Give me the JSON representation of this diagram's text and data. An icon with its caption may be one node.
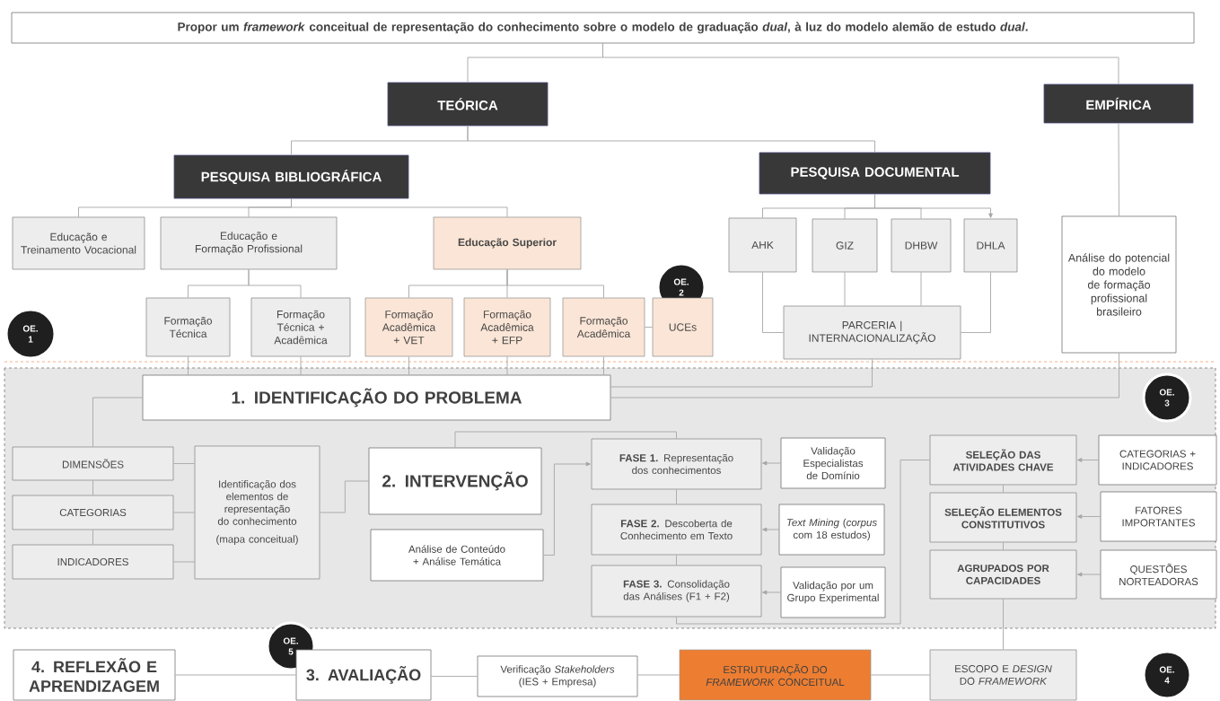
{
  "diagram": {
    "nodes": [
      {
        "text": [
          "Propor um *framework* conceitual de representação do conhecimento sobre o modelo de graduação *dual*, à luz do modelo alemão de estudo *dual*."
        ]
      },
      {
        "text": [
          "TEÓRICA"
        ]
      },
      {
        "text": [
          "EMPÍRICA"
        ]
      },
      {
        "text": [
          "PESQUISA BIBLIOGRÁFICA"
        ]
      },
      {
        "text": [
          "PESQUISA DOCUMENTAL"
        ]
      },
      {
        "text": [
          "Educação e Treinamento Vocacional"
        ]
      },
      {
        "text": [
          "Educação e Formação Profissional"
        ]
      },
      {
        "text": [
          "Educação Superior"
        ]
      },
      {
        "text": [
          "AHK"
        ]
      },
      {
        "text": [
          "GIZ"
        ]
      },
      {
        "text": [
          "DHBW"
        ]
      },
      {
        "text": [
          "DHLA"
        ]
      },
      {
        "text": [
          "Análise do potencial do modelo de formação profissional brasileiro"
        ]
      },
      {
        "text": [
          "OE. 2"
        ]
      },
      {
        "text": [
          "Formação Técnica"
        ]
      },
      {
        "text": [
          "Formação Técnica + Acadêmica"
        ]
      },
      {
        "text": [
          "Formação Acadêmica + VET"
        ]
      },
      {
        "text": [
          "Formação Acadêmica + EFP"
        ]
      },
      {
        "text": [
          "Formação Acadêmica"
        ]
      },
      {
        "text": [
          "UCEs"
        ]
      },
      {
        "text": [
          "PARCERIA | INTERNACIONALIZAÇÃO"
        ]
      },
      {
        "text": [
          "OE. 1"
        ]
      },
      {
        "text": [
          "1. IDENTIFICAÇÃO DO PROBLEMA"
        ]
      },
      {
        "text": [
          "OE. 3"
        ]
      },
      {
        "text": [
          "DIMENSÕES"
        ]
      },
      {
        "text": [
          "Identificação dos elementos de representação do conhecimento",
          "(mapa conceitual)"
        ]
      },
      {
        "text": [
          "2. INTERVENÇÃO"
        ]
      },
      {
        "text": [
          "**FASE 1.** Representação dos conhecimentos"
        ]
      },
      {
        "text": [
          "Validação Especialistas de Domínio"
        ]
      },
      {
        "text": [
          "SELEÇÃO DAS ATIVIDADES CHAVE"
        ]
      },
      {
        "text": [
          "CATEGORIAS + INDICADORES"
        ]
      },
      {
        "text": [
          "CATEGORIAS"
        ]
      },
      {
        "text": [
          "**FASE 2.** Descoberta de Conhecimento em Texto"
        ]
      },
      {
        "text": [
          "*Text Mining* (*corpus* com 18 estudos)"
        ]
      },
      {
        "text": [
          "SELEÇÃO ELEMENTOS CONSTITUTIVOS"
        ]
      },
      {
        "text": [
          "FATORES IMPORTANTES"
        ]
      },
      {
        "text": [
          "Análise de Conteúdo + Análise Temática"
        ]
      },
      {
        "text": [
          "INDICADORES"
        ]
      },
      {
        "text": [
          "**FASE 3.** Consolidação das Análises (F1 + F2)"
        ]
      },
      {
        "text": [
          "Validação por um Grupo Experimental"
        ]
      },
      {
        "text": [
          "AGRUPADOS POR CAPACIDADES"
        ]
      },
      {
        "text": [
          "QUESTÕES NORTEADORAS"
        ]
      },
      {
        "text": [
          "OE. 5"
        ]
      },
      {
        "text": [
          "4. REFLEXÃO E APRENDIZAGEM"
        ]
      },
      {
        "text": [
          "3. AVALIAÇÃO"
        ]
      },
      {
        "text": [
          "Verificação *Stakeholders* (IES + Empresa)"
        ]
      },
      {
        "text": [
          "ESTRUTURAÇÃO DO *FRAMEWORK* CONCEITUAL"
        ]
      },
      {
        "text": [
          "ESCOPO E *DESIGN* DO *FRAMEWORK*"
        ]
      },
      {
        "text": [
          "OE. 4"
        ]
      }
    ],
    "edges": [
      {
        "from": 0,
        "to": 1,
        "arrow": "none"
      },
      {
        "from": 0,
        "to": 2,
        "arrow": "none"
      },
      {
        "from": 1,
        "to": 3,
        "arrow": "none"
      },
      {
        "from": 1,
        "to": 4,
        "arrow": "none"
      },
      {
        "from": 3,
        "to": 5,
        "arrow": "none"
      },
      {
        "from": 3,
        "to": 6,
        "arrow": "none"
      },
      {
        "from": 3,
        "to": 7,
        "arrow": "none"
      },
      {
        "from": 6,
        "to": 14,
        "arrow": "none"
      },
      {
        "from": 6,
        "to": 15,
        "arrow": "none"
      },
      {
        "from": 7,
        "to": 16,
        "arrow": "none"
      },
      {
        "from": 7,
        "to": 17,
        "arrow": "none"
      },
      {
        "from": 7,
        "to": 18,
        "arrow": "none"
      },
      {
        "from": 18,
        "to": 19,
        "arrow": "none"
      },
      {
        "from": 4,
        "to": 8,
        "arrow": "none"
      },
      {
        "from": 4,
        "to": 9,
        "arrow": "none"
      },
      {
        "from": 4,
        "to": 10,
        "arrow": "none"
      },
      {
        "from": 4,
        "to": 11,
        "arrow": "to"
      },
      {
        "from": 8,
        "to": 20,
        "arrow": "none"
      },
      {
        "from": 9,
        "to": 20,
        "arrow": "none"
      },
      {
        "from": 10,
        "to": 20,
        "arrow": "none"
      },
      {
        "from": 11,
        "to": 20,
        "arrow": "none"
      },
      {
        "from": 2,
        "to": 12,
        "arrow": "none"
      },
      {
        "from": 14,
        "to": 22,
        "arrow": "none"
      },
      {
        "from": 15,
        "to": 22,
        "arrow": "none"
      },
      {
        "from": 16,
        "to": 22,
        "arrow": "none"
      },
      {
        "from": 17,
        "to": 22,
        "arrow": "none"
      },
      {
        "from": 18,
        "to": 22,
        "arrow": "none"
      },
      {
        "from": 20,
        "to": 22,
        "arrow": "none"
      },
      {
        "from": 12,
        "to": 22,
        "arrow": "none"
      },
      {
        "from": 22,
        "to": 24,
        "arrow": "none"
      },
      {
        "from": 24,
        "to": 31,
        "arrow": "none"
      },
      {
        "from": 31,
        "to": 37,
        "arrow": "none"
      },
      {
        "from": 24,
        "to": 25,
        "arrow": "none"
      },
      {
        "from": 31,
        "to": 25,
        "arrow": "none"
      },
      {
        "from": 37,
        "to": 25,
        "arrow": "none"
      },
      {
        "from": 25,
        "to": 26,
        "arrow": "none"
      },
      {
        "from": 26,
        "to": 27,
        "arrow": "none"
      },
      {
        "from": 36,
        "to": 27,
        "arrow": "to"
      },
      {
        "from": 27,
        "to": 32,
        "arrow": "none"
      },
      {
        "from": 32,
        "to": 38,
        "arrow": "none"
      },
      {
        "from": 28,
        "to": 27,
        "arrow": "to"
      },
      {
        "from": 33,
        "to": 32,
        "arrow": "to"
      },
      {
        "from": 39,
        "to": 38,
        "arrow": "to"
      },
      {
        "from": 38,
        "to": 29,
        "arrow": "none"
      },
      {
        "from": 29,
        "to": 34,
        "arrow": "none"
      },
      {
        "from": 34,
        "to": 40,
        "arrow": "none"
      },
      {
        "from": 30,
        "to": 29,
        "arrow": "to"
      },
      {
        "from": 35,
        "to": 34,
        "arrow": "to"
      },
      {
        "from": 41,
        "to": 40,
        "arrow": "to"
      },
      {
        "from": 40,
        "to": 47,
        "arrow": "none"
      },
      {
        "from": 47,
        "to": 46,
        "arrow": "none"
      },
      {
        "from": 46,
        "to": 45,
        "arrow": "none"
      },
      {
        "from": 45,
        "to": 44,
        "arrow": "none"
      },
      {
        "from": 44,
        "to": 43,
        "arrow": "none"
      }
    ]
  }
}
